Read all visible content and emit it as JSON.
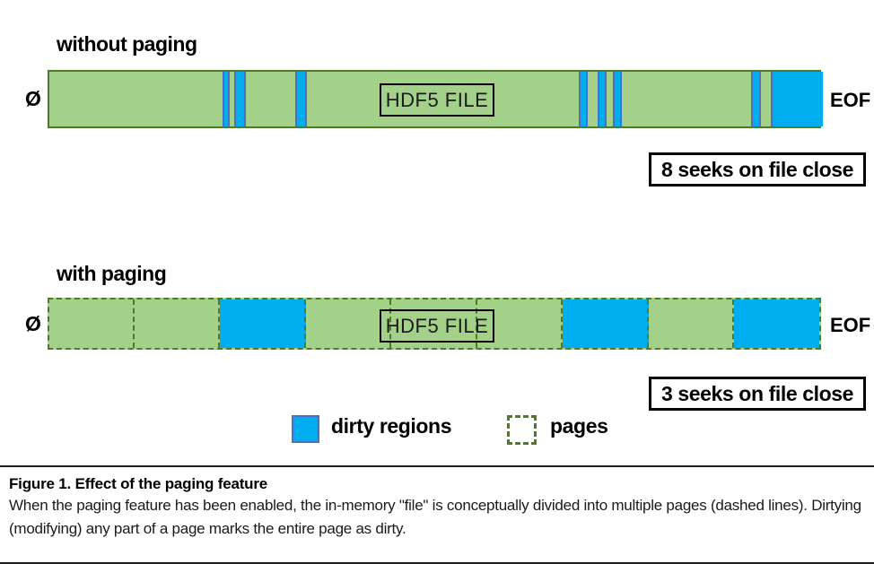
{
  "figure": {
    "colors": {
      "green_fill": "#A4D18A",
      "green_border": "#4F7A28",
      "blue_dirty": "#00AEEF",
      "blue_border": "#4472C4",
      "black": "#000000",
      "white": "#FFFFFF"
    },
    "bars": [
      {
        "id": "without-paging",
        "heading": "without paging",
        "start_label": "0",
        "end_label": "EOF",
        "file_label": "HDF5 FILE",
        "seeks_note": "8 seeks on file close",
        "seek_count": 8,
        "dirty_regions": [
          {
            "start_pct": 22.4,
            "width_pct": 0.9
          },
          {
            "start_pct": 23.9,
            "width_pct": 1.5
          },
          {
            "start_pct": 31.8,
            "width_pct": 1.5
          },
          {
            "start_pct": 68.4,
            "width_pct": 1.2
          },
          {
            "start_pct": 70.9,
            "width_pct": 1.2
          },
          {
            "start_pct": 72.9,
            "width_pct": 1.2
          },
          {
            "start_pct": 90.5,
            "width_pct": 1.3
          }
        ],
        "tail_dirty_block": {
          "start_pct": 93.2,
          "width_pct": 6.8
        }
      },
      {
        "id": "with-paging",
        "heading": "with paging",
        "start_label": "0",
        "end_label": "EOF",
        "file_label": "HDF5 FILE",
        "seeks_note": "3 seeks on file close",
        "seek_count": 3,
        "page_count": 9,
        "pages": [
          {
            "index": 1,
            "dirty": false
          },
          {
            "index": 2,
            "dirty": false
          },
          {
            "index": 3,
            "dirty": true
          },
          {
            "index": 4,
            "dirty": false
          },
          {
            "index": 5,
            "dirty": false
          },
          {
            "index": 6,
            "dirty": false
          },
          {
            "index": 7,
            "dirty": true
          },
          {
            "index": 8,
            "dirty": false
          },
          {
            "index": 9,
            "dirty": true
          }
        ]
      }
    ],
    "legend": {
      "items": [
        {
          "key": "dirty",
          "label": "dirty regions",
          "style": "solid-blue"
        },
        {
          "key": "pages",
          "label": "pages",
          "style": "dashed-green"
        }
      ]
    }
  },
  "caption": {
    "title": "Figure 1. Effect of the paging feature",
    "body": "When the paging feature has been enabled, the in-memory \"file\" is conceptually divided into multiple pages (dashed lines). Dirtying (modifying) any part of a page marks the entire page as dirty."
  }
}
